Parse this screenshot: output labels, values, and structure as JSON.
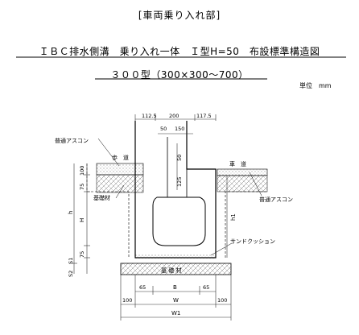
{
  "header": {
    "category": "[車両乗り入れ部]",
    "title": "ＩＢＣ排水側溝　乗り入れ一体　Ｉ型H=50　布設標準構造図",
    "subtitle": "３００型（300×300～700）",
    "unit": "単位　mm"
  },
  "labels": {
    "asphalt_left": "普通アスコン",
    "sidewalk": "歩　道",
    "base_left": "基礎材",
    "roadway": "車　道",
    "asphalt_right": "普通アスコン",
    "sand_cushion": "サンドクッション",
    "base_bottom": "基 礎 材"
  },
  "dimensions": {
    "top_left": "112.5",
    "top_mid": "200",
    "top_right": "117.5",
    "inner_50": "50",
    "inner_150": "150",
    "v_50": "50",
    "v_125": "125",
    "v_100": "100",
    "v_75_top": "75",
    "h": "h",
    "H": "H",
    "v_75_bottom": "75",
    "S1": "S1",
    "S2": "S2",
    "h1": "h1",
    "b_65_left": "65",
    "B": "B",
    "b_65_right": "65",
    "b_100_left": "100",
    "W": "W",
    "b_100_right": "100",
    "W1": "W1"
  },
  "colors": {
    "line": "#000000",
    "dim_line": "#333333",
    "hatch": "#666666"
  }
}
